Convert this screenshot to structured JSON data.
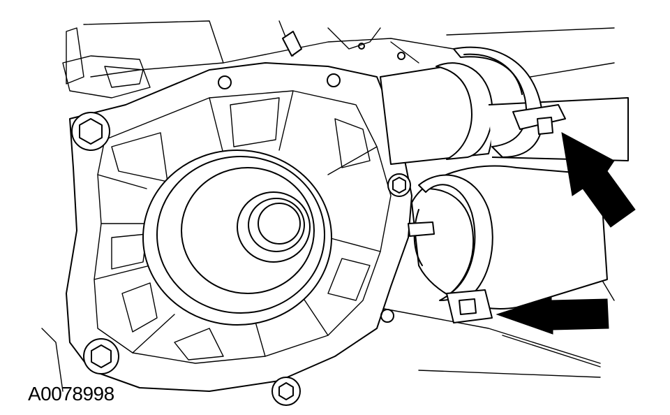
{
  "illustration": {
    "reference_code": "A0078998",
    "subject_icons": [
      "water-pump-icon",
      "pulley-icon",
      "upper-hose-icon",
      "lower-hose-icon",
      "hose-clamp-icon"
    ],
    "callout_arrows": [
      "arrow-upper-clamp",
      "arrow-lower-clamp"
    ]
  }
}
